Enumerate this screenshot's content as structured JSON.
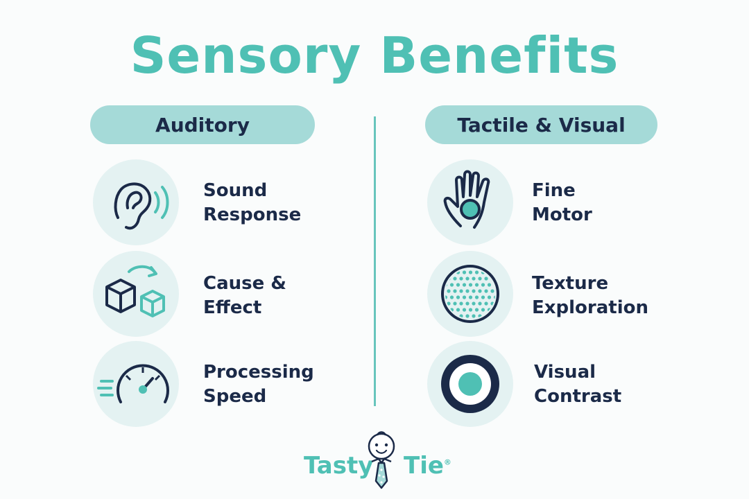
{
  "title": "Sensory Benefits",
  "columns": {
    "left": {
      "heading": "Auditory",
      "items": [
        {
          "icon": "ear-icon",
          "line1": "Sound",
          "line2": "Response"
        },
        {
          "icon": "cubes-icon",
          "line1": "Cause &",
          "line2": "Effect"
        },
        {
          "icon": "speedometer-icon",
          "line1": "Processing",
          "line2": "Speed"
        }
      ]
    },
    "right": {
      "heading": "Tactile & Visual",
      "items": [
        {
          "icon": "hand-icon",
          "line1": "Fine",
          "line2": "Motor"
        },
        {
          "icon": "texture-dots-icon",
          "line1": "Texture",
          "line2": "Exploration"
        },
        {
          "icon": "target-icon",
          "line1": "Visual",
          "line2": "Contrast"
        }
      ]
    }
  },
  "logo": {
    "word1": "Tasty",
    "word2": "Tie",
    "mark": "®"
  },
  "colors": {
    "accent": "#4fc0b4",
    "pill": "#a5dad8",
    "navy": "#1b2a48",
    "circle": "#e4f2f2"
  }
}
